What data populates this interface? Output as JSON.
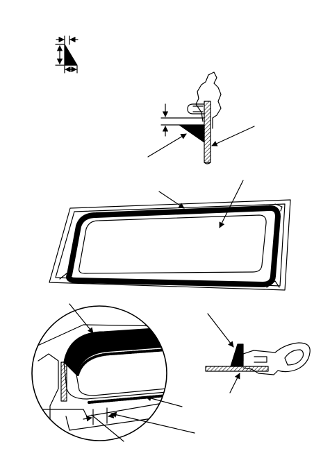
{
  "colors": {
    "ink": "#000000",
    "paper": "#ffffff",
    "hatch": "#000000"
  },
  "figures": [
    "bead-profile-dimension",
    "bead-on-panel-edge-section",
    "window-frame-with-bead-loop",
    "magnified-corner-bead-detail",
    "bead-at-seal-section"
  ]
}
